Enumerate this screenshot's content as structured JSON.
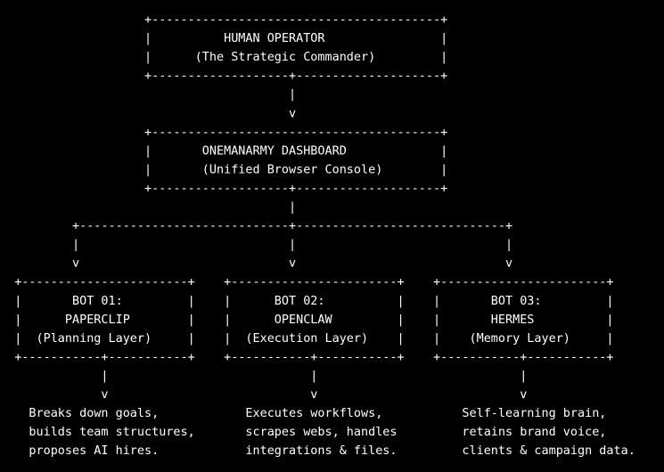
{
  "theme": {
    "background": "#000000",
    "foreground": "#ffffff"
  },
  "lines": [
    "                    +----------------------------------------+",
    "                    |          HUMAN OPERATOR                |",
    "                    |      (The Strategic Commander)         |",
    "                    +-------------------+--------------------+",
    "                                        |",
    "                                        v",
    "                    +----------------------------------------+",
    "                    |       ONEMANARMY DASHBOARD             |",
    "                    |       (Unified Browser Console)        |",
    "                    +-------------------+--------------------+",
    "                                        |",
    "          +-----------------------------+-----------------------------+",
    "          |                             |                             |",
    "          v                             v                             v",
    "  +-----------------------+    +-----------------------+    +-----------------------+",
    "  |       BOT 01:         |    |      BOT 02:          |    |       BOT 03:         |",
    "  |      PAPERCLIP        |    |      OPENCLAW         |    |       HERMES          |",
    "  |  (Planning Layer)     |    |  (Execution Layer)    |    |    (Memory Layer)     |",
    "  +-----------+-----------+    +-----------+-----------+    +-----------+-----------+",
    "              |                            |                            |",
    "              v                            v                            v",
    "    Breaks down goals,            Executes workflows,           Self-learning brain,",
    "    builds team structures,       scrapes webs, handles         retains brand voice,",
    "    proposes AI hires.            integrations & files.         clients & campaign data."
  ]
}
